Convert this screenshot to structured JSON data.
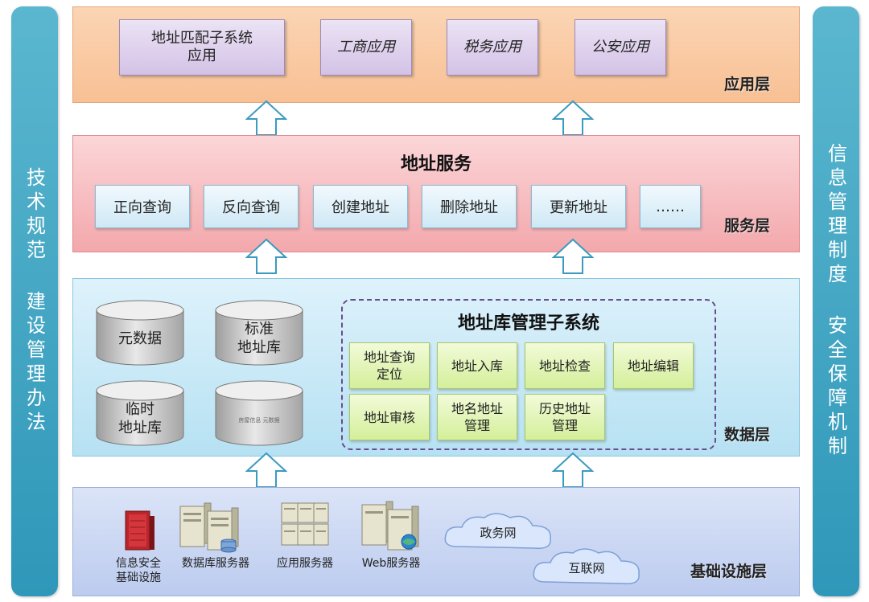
{
  "left_pillar": {
    "text": "技术规范 建设管理办法"
  },
  "right_pillar": {
    "text": "信息管理制度 安全保障机制"
  },
  "app_layer": {
    "label": "应用层",
    "boxes": [
      {
        "line1": "地址匹配子系统",
        "line2": "应用"
      },
      {
        "line1": "工商应用"
      },
      {
        "line1": "税务应用"
      },
      {
        "line1": "公安应用"
      }
    ]
  },
  "service_layer": {
    "label": "服务层",
    "title": "地址服务",
    "boxes": [
      "正向查询",
      "反向查询",
      "创建地址",
      "删除地址",
      "更新地址",
      "……"
    ]
  },
  "data_layer": {
    "label": "数据层",
    "databases": [
      {
        "line1": "元数据"
      },
      {
        "line1": "标准",
        "line2": "地址库"
      },
      {
        "line1": "临时",
        "line2": "地址库"
      },
      {
        "line1": "房屋信息 元数据"
      }
    ],
    "subsystem": {
      "title": "地址库管理子系统",
      "boxes": [
        {
          "line1": "地址查询",
          "line2": "定位"
        },
        {
          "line1": "地址入库"
        },
        {
          "line1": "地址检查"
        },
        {
          "line1": "地址编辑"
        },
        {
          "line1": "地址审核"
        },
        {
          "line1": "地名地址",
          "line2": "管理"
        },
        {
          "line1": "历史地址",
          "line2": "管理"
        }
      ]
    }
  },
  "infra_layer": {
    "label": "基础设施层",
    "items": [
      {
        "line1": "信息安全",
        "line2": "基础设施",
        "icon": "firewall-icon"
      },
      {
        "line1": "数据库服务器",
        "icon": "database-server-icon"
      },
      {
        "line1": "应用服务器",
        "icon": "application-server-icon"
      },
      {
        "line1": "Web服务器",
        "icon": "web-server-icon"
      }
    ],
    "clouds": [
      "政务网",
      "互联网"
    ]
  },
  "colors": {
    "pillar": "#3aa3c2",
    "app_layer": "#f9c9a2",
    "service_layer": "#f5b6b9",
    "data_layer": "#c8e9f7",
    "infra_layer": "#c7d4f2",
    "app_box": "#dccde9",
    "service_box": "#dff0f9",
    "module_box": "#e0f4b2",
    "subsystem_border": "#6a4c8c"
  }
}
